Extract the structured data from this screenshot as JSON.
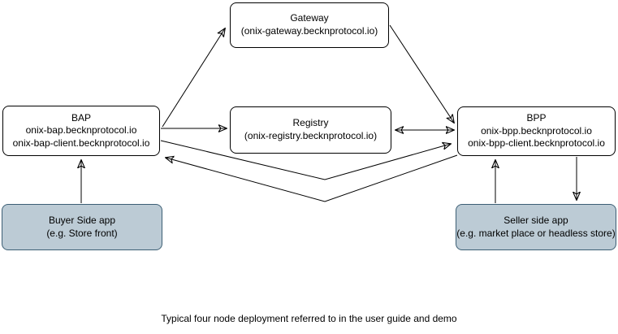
{
  "caption": "Typical four node deployment referred to in the user guide and demo",
  "colors": {
    "background": "#ffffff",
    "node_fill": "#ffffff",
    "node_stroke": "#000000",
    "app_fill": "#bccbd5",
    "app_stroke": "#3d5f75",
    "connector": "#000000"
  },
  "nodes": {
    "gateway": {
      "lines": [
        "Gateway",
        "(onix-gateway.becknprotocol.io)"
      ]
    },
    "bap": {
      "lines": [
        "BAP",
        "onix-bap.becknprotocol.io",
        "onix-bap-client.becknprotocol.io"
      ]
    },
    "registry": {
      "lines": [
        "Registry",
        "(onix-registry.becknprotocol.io)"
      ]
    },
    "bpp": {
      "lines": [
        "BPP",
        "onix-bpp.becknprotocol.io",
        "onix-bpp-client.becknprotocol.io"
      ]
    },
    "buyer_app": {
      "lines": [
        "Buyer Side app",
        "(e.g. Store front)"
      ]
    },
    "seller_app": {
      "lines": [
        "Seller side app",
        "(e.g. market place or headless store)"
      ]
    }
  },
  "connections": [
    {
      "from": "BAP",
      "to": "Gateway",
      "arrows": "to"
    },
    {
      "from": "Gateway",
      "to": "BPP",
      "arrows": "to"
    },
    {
      "from": "BAP",
      "to": "Registry",
      "arrows": "to"
    },
    {
      "from": "Registry",
      "to": "BPP",
      "arrows": "both"
    },
    {
      "from": "BAP",
      "to": "BPP",
      "arrows": "to",
      "route": "v-shape below registry"
    },
    {
      "from": "BPP",
      "to": "BAP",
      "arrows": "to",
      "route": "v-shape below registry"
    },
    {
      "from": "Buyer Side app",
      "to": "BAP",
      "arrows": "to"
    },
    {
      "from": "Seller side app",
      "to": "BPP",
      "arrows": "to"
    },
    {
      "from": "BPP",
      "to": "Seller side app",
      "arrows": "to"
    }
  ]
}
